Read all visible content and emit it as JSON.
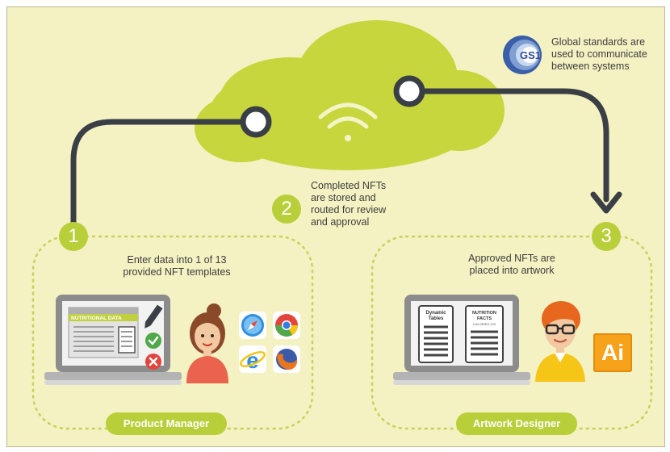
{
  "gs1": {
    "logo_text": "GS1",
    "caption_line1": "Global standards are",
    "caption_line2": "used to communicate",
    "caption_line3": "between systems"
  },
  "steps": [
    {
      "number": "1",
      "caption_line1": "Enter data into 1 of 13",
      "caption_line2": "provided NFT templates",
      "role": "Product Manager"
    },
    {
      "number": "2",
      "caption_line1": "Completed NFTs",
      "caption_line2": "are stored and",
      "caption_line3": "routed for review",
      "caption_line4": "and approval"
    },
    {
      "number": "3",
      "caption_line1": "Approved NFTs are",
      "caption_line2": "placed into artwork",
      "role": "Artwork Designer"
    }
  ],
  "laptop1": {
    "form_header": "NUTRITIONAL DATA"
  },
  "laptop3": {
    "doc1_title_line1": "Dynamic",
    "doc1_title_line2": "Tables",
    "doc2_title_line1": "NUTRITION",
    "doc2_title_line2": "FACTS",
    "doc2_sub": "CALORIES 220"
  },
  "app_icon": {
    "label": "Ai"
  },
  "colors": {
    "background": "#f4f1c2",
    "accent_green": "#b9cf3a",
    "cloud": "#c8d63d",
    "arrow": "#3a3f45",
    "illustrator": "#f7a21b"
  },
  "icons": [
    "gs1-logo",
    "wifi-icon",
    "pencil-icon",
    "check-icon",
    "x-icon",
    "safari-icon",
    "chrome-icon",
    "internet-explorer-icon",
    "firefox-icon",
    "adobe-illustrator-icon"
  ]
}
